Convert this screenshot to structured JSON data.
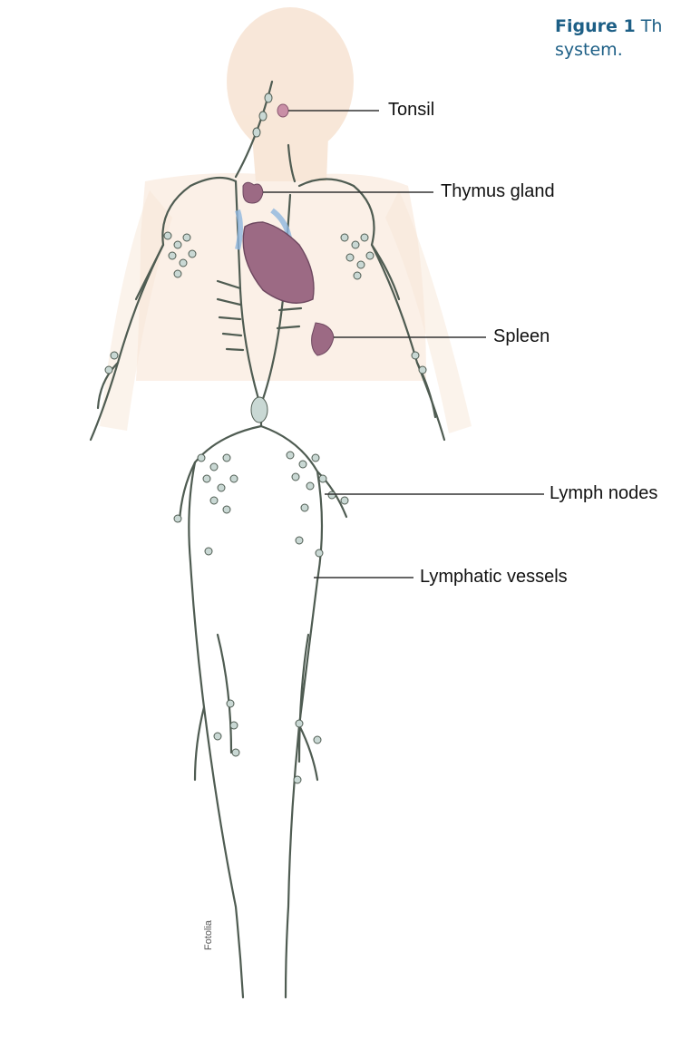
{
  "caption": {
    "label": "Figure 1",
    "text_line1": "Th",
    "text_line2": "system."
  },
  "callouts": {
    "tonsil": "Tonsil",
    "thymus": "Thymus gland",
    "spleen": "Spleen",
    "lymph_nodes": "Lymph nodes",
    "lymphatic_vessels": "Lymphatic vessels"
  },
  "credit": "Fotolia",
  "colors": {
    "skin": "#f6dfcc",
    "vessel": "#4f5c52",
    "node": "#c9d8d4",
    "organ": "#9c6a84",
    "heart_vessel": "#8fb6de",
    "caption": "#1d5f86"
  }
}
